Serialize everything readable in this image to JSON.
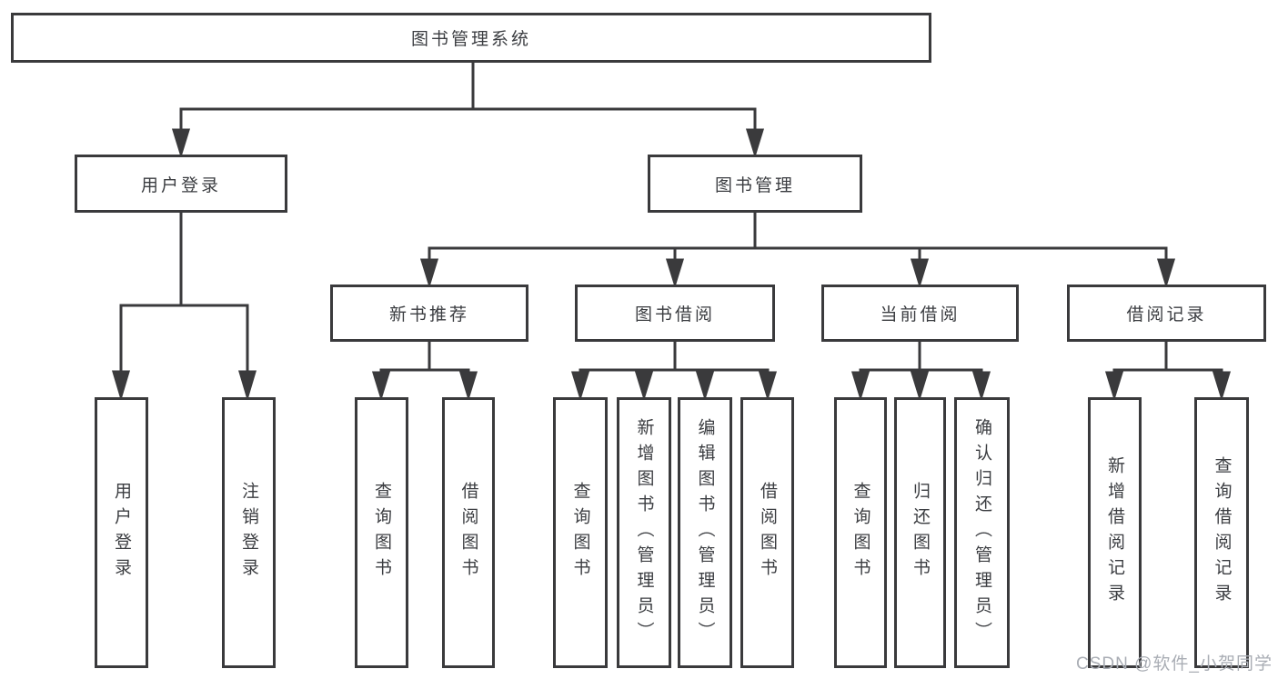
{
  "nodes": {
    "root": "图书管理系统",
    "user_login": "用户登录",
    "book_mgmt": "图书管理",
    "new_book_rec": "新书推荐",
    "book_borrow": "图书借阅",
    "current_borrow": "当前借阅",
    "borrow_records": "借阅记录",
    "user_login_children": [
      "用户登录",
      "注销登录"
    ],
    "new_book_rec_children": [
      "查询图书",
      "借阅图书"
    ],
    "book_borrow_children": [
      "查询图书",
      "新增图书（管理员）",
      "编辑图书（管理员）",
      "借阅图书"
    ],
    "current_borrow_children": [
      "查询图书",
      "归还图书",
      "确认归还（管理员）"
    ],
    "borrow_records_children": [
      "新增借阅记录",
      "查询借阅记录"
    ]
  },
  "watermark": {
    "text": "CSDN @软件_小贺同学"
  },
  "colors": {
    "line": "#3a3a3c",
    "text": "#3b3d41",
    "watermark": "#a9adb4",
    "background": "#ffffff"
  }
}
